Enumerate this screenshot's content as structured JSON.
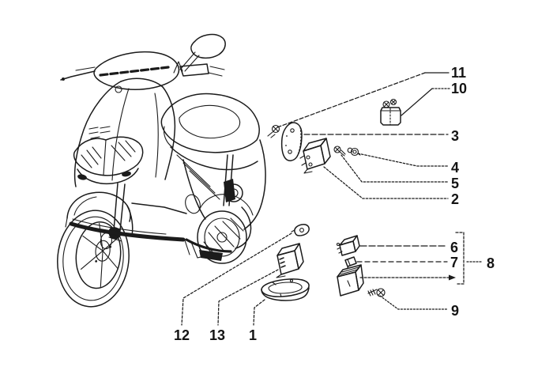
{
  "colors": {
    "background": "#ffffff",
    "ink": "#1b1b1b",
    "label": "#141414"
  },
  "callouts": {
    "c1": "1",
    "c2": "2",
    "c3": "3",
    "c4": "4",
    "c5": "5",
    "c6": "6",
    "c7": "7",
    "c8": "8",
    "c9": "9",
    "c10": "10",
    "c11": "11",
    "c12": "12",
    "c13": "13"
  }
}
